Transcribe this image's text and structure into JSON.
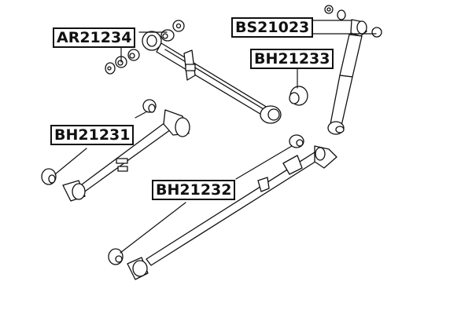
{
  "diagram": {
    "type": "exploded-parts-diagram",
    "subject": "rear suspension arms, shock absorber and bushings",
    "labels": [
      {
        "id": "AR21234",
        "text": "AR21234",
        "points_to": "upper arm bushings"
      },
      {
        "id": "BS21023",
        "text": "BS21023",
        "points_to": "shock absorber top bushings"
      },
      {
        "id": "BH21233",
        "text": "BH21233",
        "points_to": "upper arm end bushing"
      },
      {
        "id": "BH21231",
        "text": "BH21231",
        "points_to": "lower arm bushings"
      },
      {
        "id": "BH21232",
        "text": "BH21232",
        "points_to": "trailing arm bushings"
      }
    ],
    "colors": {
      "line": "#111111",
      "background": "#ffffff",
      "label_border": "#111111"
    }
  }
}
